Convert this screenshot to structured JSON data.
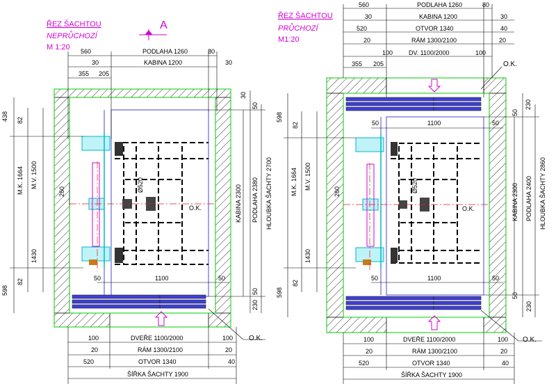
{
  "left": {
    "title": "ŘEZ ŠACHTOU",
    "subtitle": "NEPRŮCHOZÍ",
    "scale": "M 1:20",
    "section_marker": "A",
    "top": {
      "podlaha": "PODLAHA 1260",
      "kabina": "KABINA 1200",
      "d560": "560",
      "d80": "80",
      "d30a": "30",
      "d30b": "30",
      "d355": "355",
      "d205": "205"
    },
    "left_dims": {
      "d438": "438",
      "d82a": "82",
      "mk": "M.K. 1664",
      "mv": "M.V. 1500",
      "d260": "260",
      "d1430": "1430",
      "d82b": "82",
      "d598": "598"
    },
    "inner": {
      "d520": "Ø520",
      "d50a": "50",
      "d1100": "1100",
      "d50b": "50",
      "ok_mid": "O.K."
    },
    "right_dims": {
      "d30": "30",
      "d50a": "50",
      "kabina": "KABINA 2300",
      "podlaha": "PODLAHA 2380",
      "hloubka": "HLOUBKA ŠACHTY 2700",
      "d50b": "50",
      "d230": "230"
    },
    "ok_bottom": "O.K.",
    "bottom": {
      "d100a": "100",
      "dvere": "DVEŘE 1100/2000",
      "d100b": "100",
      "d20a": "20",
      "ram": "RÁM 1300/2100",
      "d20b": "20",
      "d520": "520",
      "otvor": "OTVOR 1340",
      "d40": "40",
      "sirka": "ŠÍŘKA ŠACHTY 1900"
    }
  },
  "right": {
    "title": "ŘEZ ŠACHTOU",
    "subtitle": "PRŮCHOZÍ",
    "scale": "M1:20",
    "top": {
      "d560": "560",
      "podlaha": "PODLAHA 1260",
      "d80": "80",
      "d30a": "30",
      "kabina": "KABINA 1200",
      "d30b": "30",
      "d520": "520",
      "otvor": "OTVOR 1340",
      "d40": "40",
      "d20a": "20",
      "ram": "RÁM 1300/2100",
      "d20b": "20",
      "d100a": "100",
      "dv": "DV. 1100/2000",
      "d100b": "100",
      "d355": "355",
      "d205": "205",
      "ok_top": "O.K."
    },
    "inner": {
      "d50a": "50",
      "d1100top": "1100",
      "d50b": "50",
      "d520": "Ø520",
      "ok_mid": "O.K.",
      "d50c": "50",
      "d1100bot": "1100",
      "d50d": "50"
    },
    "left_dims": {
      "d598a": "598",
      "d82a": "82",
      "mk": "M.K. 1664",
      "mv": "M.V. 1500",
      "d260": "260",
      "d1430": "1430",
      "d82b": "82",
      "d598b": "598"
    },
    "right_dims": {
      "d230a": "230",
      "d50a": "50",
      "kabina": "KABINA 2300",
      "podlaha": "PODLAHA 2400",
      "hloubka": "HLOUBKA ŠACHTY 2860",
      "d50b": "50",
      "d230b": "230"
    },
    "ok_bottom": "O.K.",
    "bottom": {
      "d100a": "100",
      "dvere": "DVEŘE 1100/2000",
      "d100b": "100",
      "d20a": "20",
      "ram": "RÁM 1300/2100",
      "d20b": "20",
      "d520": "520",
      "otvor": "OTVOR 1340",
      "d40": "40",
      "sirka": "ŠÍŘKA ŠACHTY 1900"
    }
  }
}
